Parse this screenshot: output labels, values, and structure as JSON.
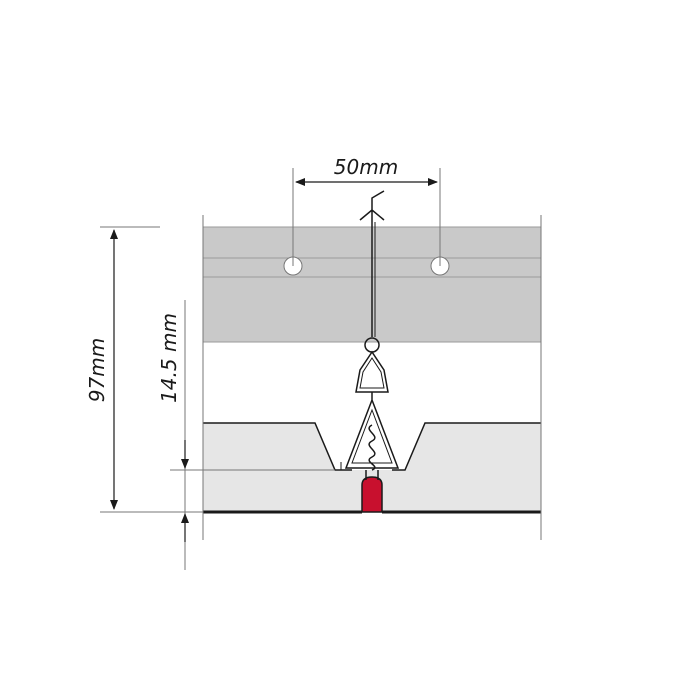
{
  "dimensions": {
    "spacing_label": "50mm",
    "total_height_label": "97mm",
    "panel_height_label": "14.5 mm"
  },
  "colors": {
    "carrier": "#c9c9c9",
    "panel": "#e6e6e6",
    "clip_accent": "#c8102e",
    "line": "#1a1a1a",
    "dim_line": "#555555"
  }
}
